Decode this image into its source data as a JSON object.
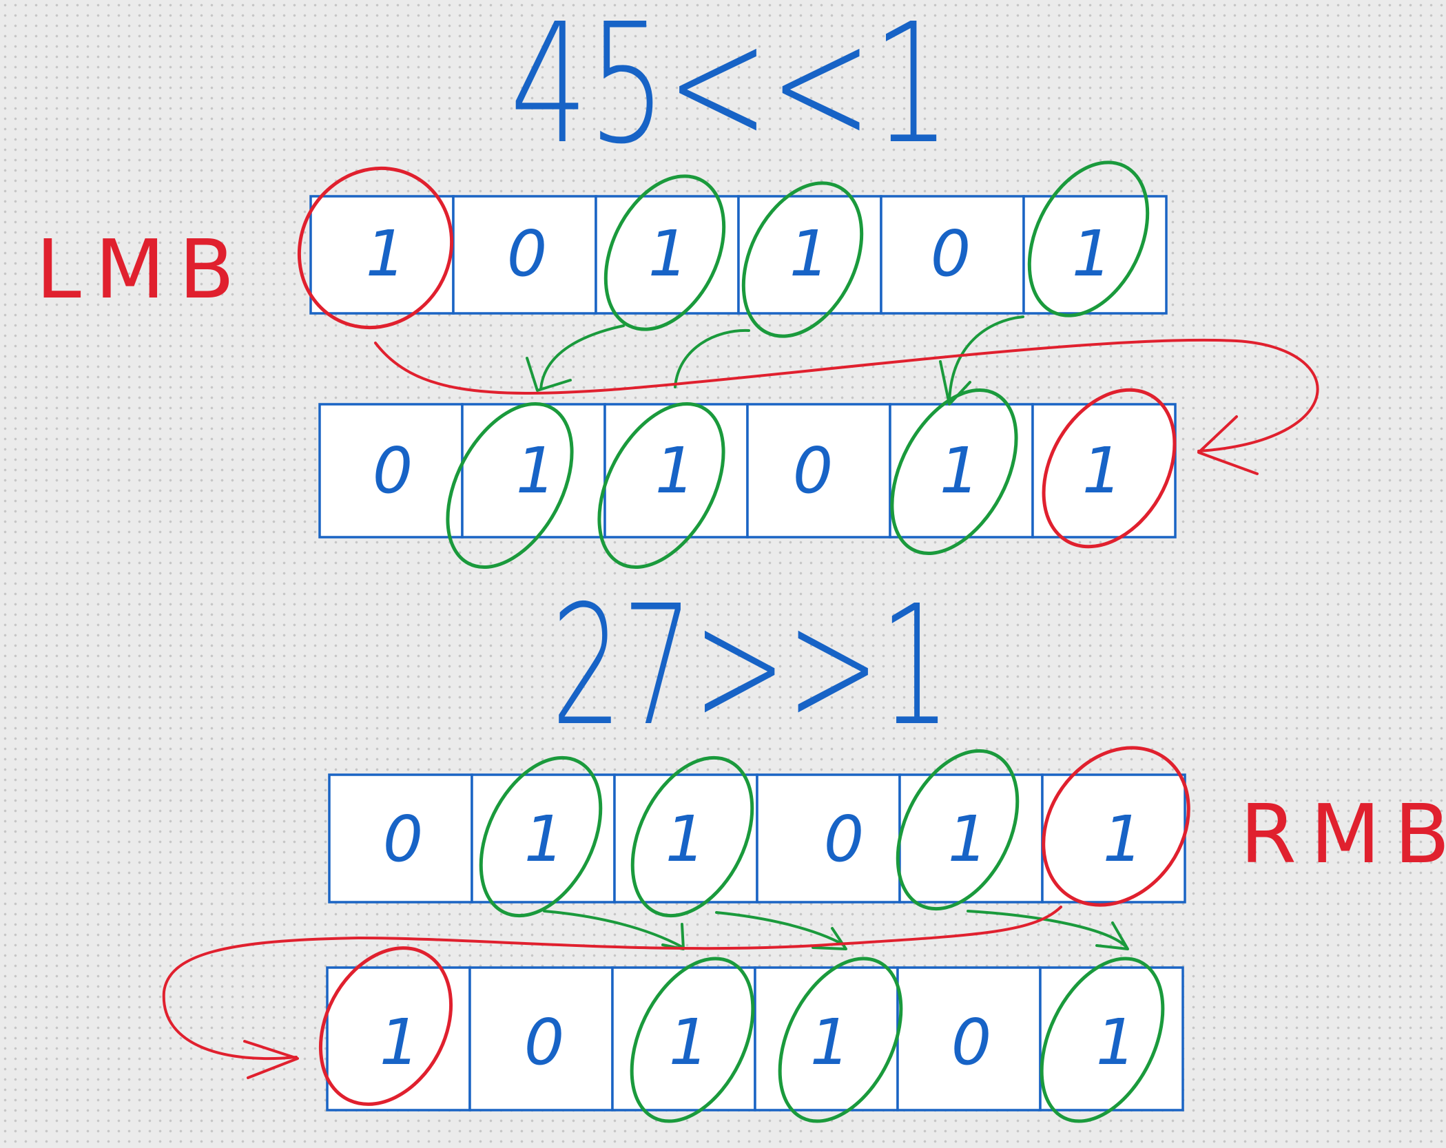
{
  "diagram": {
    "left_shift": {
      "expression": "45<<1",
      "input_bits": [
        "1",
        "0",
        "1",
        "1",
        "0",
        "1"
      ],
      "output_bits": [
        "0",
        "1",
        "1",
        "0",
        "1",
        "1"
      ],
      "dropped_label": "LMB"
    },
    "right_shift": {
      "expression": "27>>1",
      "input_bits": [
        "0",
        "1",
        "1",
        "0",
        "1",
        "1"
      ],
      "output_bits": [
        "1",
        "0",
        "1",
        "1",
        "0",
        "1"
      ],
      "dropped_label": "RMB"
    },
    "colors": {
      "ink": "#1763c6",
      "wrapped_bit": "#e0202e",
      "moved_bits": "#1a9a3c",
      "paper": "#ebebeb",
      "dots": "#c6c6c6"
    }
  }
}
